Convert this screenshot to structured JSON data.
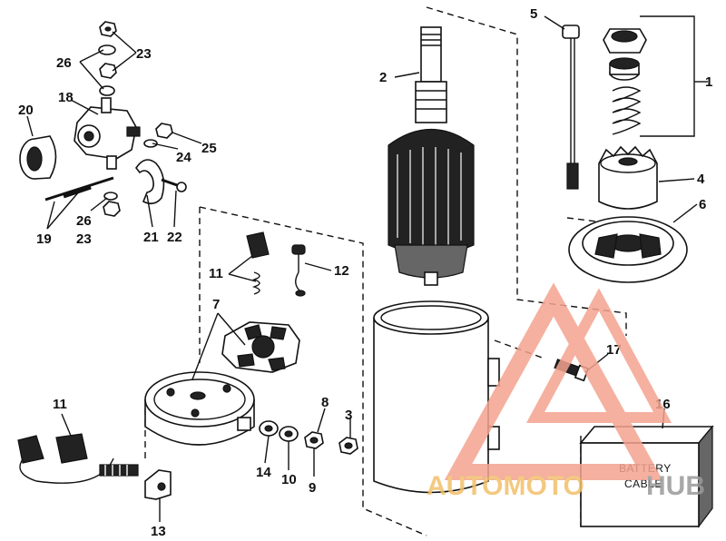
{
  "labels": {
    "p1": "1",
    "p2": "2",
    "p3": "3",
    "p4": "4",
    "p5": "5",
    "p6": "6",
    "p7": "7",
    "p8": "8",
    "p9": "9",
    "p10": "10",
    "p11a": "11",
    "p11b": "11",
    "p12": "12",
    "p13": "13",
    "p14": "14",
    "p16": "16",
    "p17": "17",
    "p18": "18",
    "p19": "19",
    "p20": "20",
    "p21": "21",
    "p22": "22",
    "p23a": "23",
    "p23b": "23",
    "p24": "24",
    "p25": "25",
    "p26a": "26",
    "p26b": "26"
  },
  "battery_box": {
    "line1": "BATTERY",
    "line2": "CABLE"
  },
  "watermark": {
    "part1": "AUTOMOTO",
    "part2": "HUB",
    "colors": {
      "primary": "#f4a38f",
      "secondary": "#f2c06b",
      "dark": "#9a9a9a"
    }
  }
}
